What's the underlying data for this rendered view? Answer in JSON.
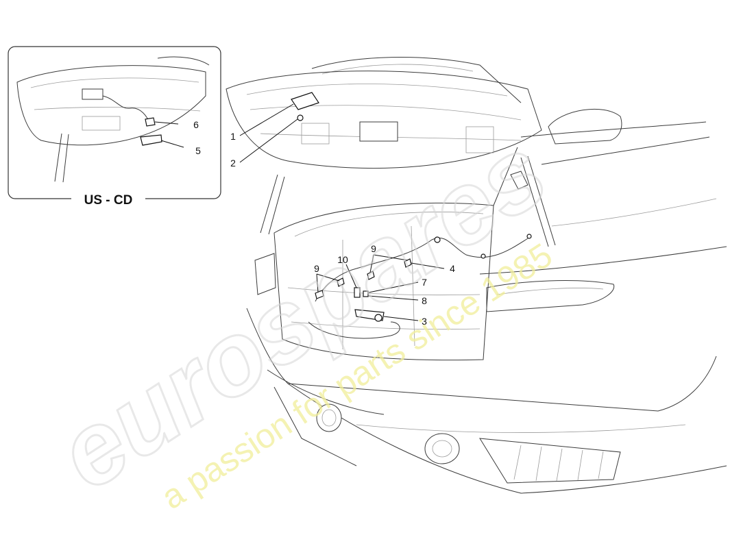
{
  "inset": {
    "caption": "US - CD",
    "callouts": [
      "6",
      "5"
    ]
  },
  "main": {
    "callouts": [
      "1",
      "2",
      "9",
      "10",
      "4",
      "9",
      "7",
      "8",
      "3"
    ]
  },
  "watermark": {
    "brand": "eurospares",
    "tagline": "a passion for parts since 1985",
    "brand_color": "#d6d6d6",
    "tagline_color": "#f1ee9a"
  }
}
